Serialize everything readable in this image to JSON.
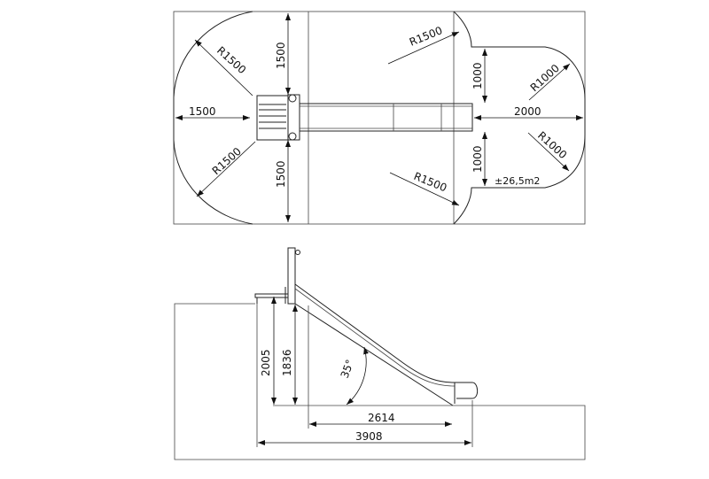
{
  "top_view": {
    "dim_left_width": "1500",
    "dim_top_height": "1500",
    "dim_bottom_height": "1500",
    "radius_top_left": "R1500",
    "radius_bottom_left": "R1500",
    "radius_top_right": "R1500",
    "radius_bottom_right": "R1500",
    "dim_right_upper": "1000",
    "dim_right_lower": "1000",
    "dim_right_width": "2000",
    "radius_right_upper": "R1000",
    "radius_right_lower": "R1000",
    "area_label": "±26,5m2"
  },
  "side_view": {
    "dim_total_height": "2005",
    "dim_platform_height": "1836",
    "angle": "35°",
    "dim_slide_length": "2614",
    "dim_total_length": "3908"
  }
}
